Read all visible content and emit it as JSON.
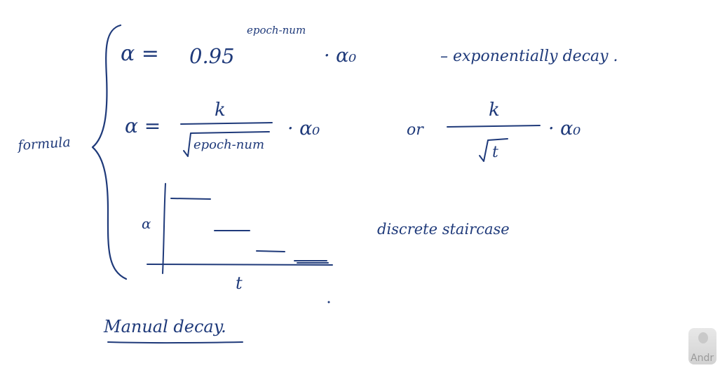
{
  "formula_label": "formula",
  "eq1": {
    "lhs": "α =",
    "base": "0.95",
    "exponent": "epoch-num",
    "tail": "· α₀",
    "annotation": "– exponentially decay ."
  },
  "eq2": {
    "lhs": "α =",
    "numerator": "k",
    "radicand": "epoch-num",
    "tail": "· α₀",
    "or_word": "or",
    "numerator2": "k",
    "radicand2": "t",
    "tail2": "· α₀"
  },
  "staircase": {
    "y_axis_label": "α",
    "x_axis_label": "t",
    "annotation": "discrete staircase"
  },
  "manual_label": "Manual decay.",
  "speaker_label": "Andr"
}
